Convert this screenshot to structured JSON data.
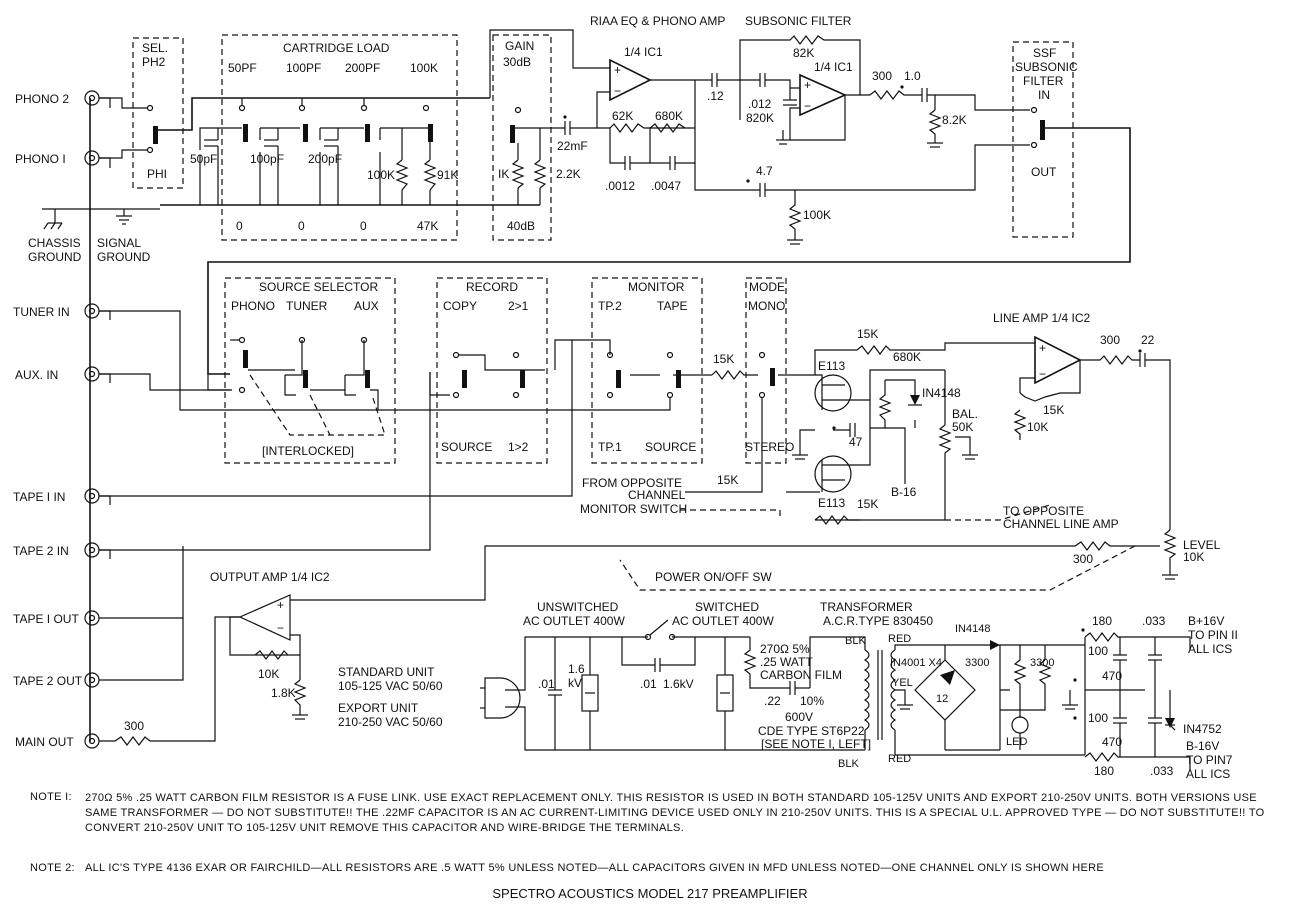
{
  "diagram": {
    "title": "SPECTRO ACOUSTICS MODEL 217 PREAMPLIFIER",
    "jacks": {
      "phono2": "PHONO 2",
      "phono1": "PHONO I",
      "chassis_ground": [
        "CHASSIS",
        "GROUND"
      ],
      "signal_ground": [
        "SIGNAL",
        "GROUND"
      ],
      "tuner_in": "TUNER IN",
      "aux_in": "AUX. IN",
      "tape1_in": "TAPE I IN",
      "tape2_in": "TAPE 2 IN",
      "tape1_out": "TAPE I OUT",
      "tape2_out": "TAPE 2 OUT",
      "main_out": "MAIN OUT"
    },
    "blocks": {
      "sel": {
        "title": [
          "SEL.",
          "PH2"
        ],
        "bottom": "PHI"
      },
      "cartridge": {
        "title": "CARTRIDGE LOAD",
        "options": [
          "50PF",
          "100PF",
          "200PF",
          "100K"
        ],
        "bottom": [
          "0",
          "0",
          "0",
          "47K"
        ],
        "caps": [
          "50pF",
          "100pF",
          "200pF"
        ],
        "resistors": [
          "100K",
          "91K"
        ]
      },
      "gain": {
        "title": [
          "GAIN",
          "30dB"
        ],
        "bottom": "40dB",
        "resistors": [
          "IK",
          "2.2K"
        ]
      },
      "riaa": {
        "title": "RIAA EQ & PHONO AMP",
        "ic": "1/4 IC1",
        "input_cap": "22mF",
        "r1": "62K",
        "r2": "680K",
        "c1": ".0012",
        "c2": ".0047"
      },
      "subsonic": {
        "title": "SUBSONIC FILTER",
        "ic": "1/4 IC1",
        "feedback": "82K",
        "c_in": ".12",
        "c2": ".012",
        "r_gnd": "820K",
        "r_out": "300",
        "c_out": "1.0",
        "r_shunt": "8.2K",
        "c_bypass": "4.7",
        "r_bypass": "100K"
      },
      "ssf": {
        "title": [
          "SSF",
          "SUBSONIC",
          "FILTER",
          "IN"
        ],
        "bottom": "OUT"
      },
      "source_selector": {
        "title": "SOURCE SELECTOR",
        "options": [
          "PHONO",
          "TUNER",
          "AUX"
        ],
        "bottom": "[INTERLOCKED]"
      },
      "record": {
        "title": "RECORD",
        "options": [
          "COPY",
          "2>1"
        ],
        "bottom": [
          "SOURCE",
          "1>2"
        ]
      },
      "monitor": {
        "title": "MONITOR",
        "options": [
          "TP.2",
          "TAPE"
        ],
        "bottom": [
          "TP.1",
          "SOURCE"
        ]
      },
      "mode": {
        "title": [
          "MODE",
          "MONO"
        ],
        "bottom": "STEREO"
      },
      "line_amp": {
        "title": "LINE AMP 1/4 IC2",
        "r_in": "15K",
        "r_top": "15K",
        "r_bot": "15K",
        "r_fb": "680K",
        "diode": "IN4148",
        "fet": "E113",
        "cap": "47",
        "bal": [
          "BAL.",
          "50K"
        ],
        "b16": "B-16",
        "r_out": "300",
        "c_out": "22",
        "r_fb2": "15K",
        "r_gnd": "10K"
      },
      "opposite_monitor": [
        "FROM OPPOSITE",
        "CHANNEL",
        "MONITOR SWITCH"
      ],
      "opposite_line": [
        "TO OPPOSITE",
        "CHANNEL LINE AMP"
      ],
      "level": [
        "LEVEL",
        "10K"
      ],
      "level_r": "300",
      "output_amp": {
        "title": "OUTPUT AMP 1/4 IC2",
        "r_fb": "10K",
        "r_gnd": "1.8K",
        "r_out": "300"
      },
      "power": {
        "switch": "POWER ON/OFF SW",
        "unswitched": [
          "UNSWITCHED",
          "AC OUTLET 400W"
        ],
        "switched": [
          "SWITCHED",
          "AC OUTLET 400W"
        ],
        "standard": [
          "STANDARD UNIT",
          "105-125 VAC 50/60"
        ],
        "export": [
          "EXPORT UNIT",
          "210-250 VAC 50/60"
        ],
        "caps": [
          ".01",
          "1.6",
          "kV",
          ".01",
          "1.6kV"
        ],
        "fuse": [
          "270Ω  5%",
          ".25 WATT",
          "CARBON FILM"
        ],
        "cap22": [
          ".22",
          "10%",
          "600V",
          "CDE TYPE ST6P22",
          "[SEE NOTE I, LEFT]"
        ],
        "transformer": [
          "TRANSFORMER",
          "A.C.R.TYPE  830450"
        ],
        "wires": [
          "BLK",
          "BLK",
          "RED",
          "RED",
          "YEL"
        ],
        "rect": [
          "IN4001 X4",
          "12",
          "IN4148",
          "3300",
          "3300",
          "LED"
        ],
        "supply": [
          "180",
          ".033",
          "100",
          "470",
          "100",
          "470",
          "180",
          ".033"
        ],
        "zener": "IN4752",
        "bplus": [
          "B+16V",
          "TO PIN II",
          "ALL ICS"
        ],
        "bminus": [
          "B-16V",
          "TO PIN7",
          "ALL ICS"
        ]
      }
    },
    "notes": {
      "note1_label": "NOTE I:",
      "note1": "270Ω  5% .25 WATT CARBON FILM RESISTOR IS A FUSE LINK. USE EXACT REPLACEMENT ONLY. THIS RESISTOR IS USED IN BOTH STANDARD 105-125V UNITS AND EXPORT 210-250V UNITS. BOTH VERSIONS USE SAME TRANSFORMER — DO NOT SUBSTITUTE!! THE .22MF CAPACITOR IS AN AC CURRENT-LIMITING DEVICE USED ONLY IN 210-250V UNITS. THIS IS A SPECIAL U.L. APPROVED TYPE — DO NOT SUBSTITUTE!! TO CONVERT 210-250V UNIT TO 105-125V UNIT REMOVE THIS CAPACITOR AND WIRE-BRIDGE THE TERMINALS.",
      "note2_label": "NOTE 2:",
      "note2": "ALL IC'S TYPE 4136 EXAR OR FAIRCHILD—ALL RESISTORS ARE .5 WATT 5% UNLESS NOTED—ALL CAPACITORS GIVEN IN MFD UNLESS NOTED—ONE CHANNEL ONLY IS SHOWN HERE"
    }
  }
}
